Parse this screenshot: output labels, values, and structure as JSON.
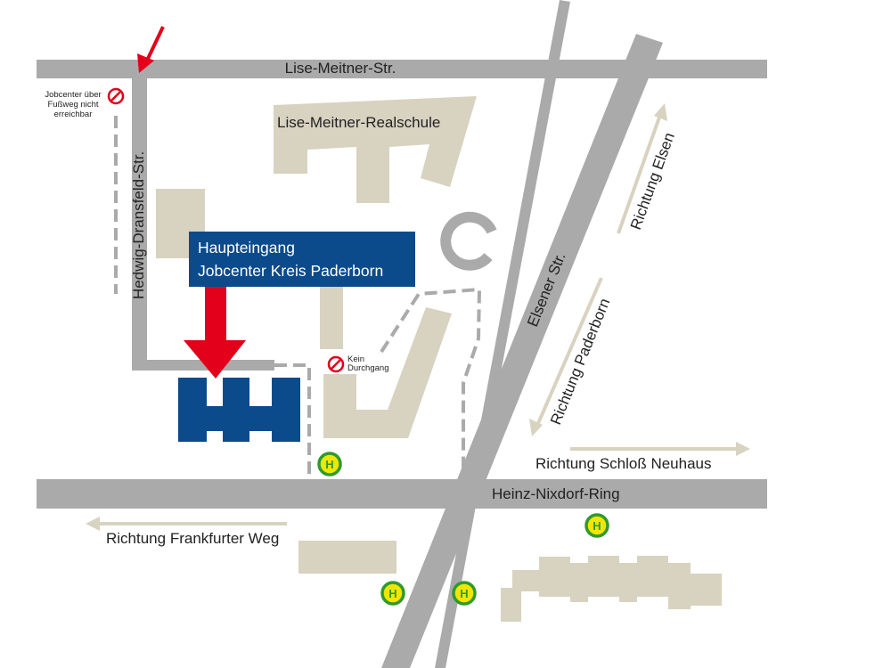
{
  "streets": {
    "lise_meitner": "Lise-Meitner-Str.",
    "hedwig_dransfeld": "Hedwig-Dransfeld-Str.",
    "elsener": "Elsener Str.",
    "heinz_nixdorf": "Heinz-Nixdorf-Ring"
  },
  "buildings": {
    "realschule": "Lise-Meitner-Realschule"
  },
  "directions": {
    "elsen": "Richtung Elsen",
    "paderborn": "Richtung Paderborn",
    "schloss_neuhaus": "Richtung Schloß Neuhaus",
    "frankfurter_weg": "Richtung Frankfurter Weg"
  },
  "entrance": {
    "line1": "Haupteingang",
    "line2": "Jobcenter Kreis Paderborn"
  },
  "notes": {
    "footpath_line1": "Jobcenter über",
    "footpath_line2": "Fußweg nicht",
    "footpath_line3": "erreichbar",
    "no_passage_line1": "Kein",
    "no_passage_line2": "Durchgang"
  },
  "bus_stop_symbol": "H",
  "colors": {
    "road": "#aaaaaa",
    "building": "#d8d2c0",
    "jobcenter": "#0b4a8b",
    "arrow": "#e2001a",
    "bus_stop_ring": "#2e9a2e",
    "bus_stop_fill": "#f2e600"
  }
}
